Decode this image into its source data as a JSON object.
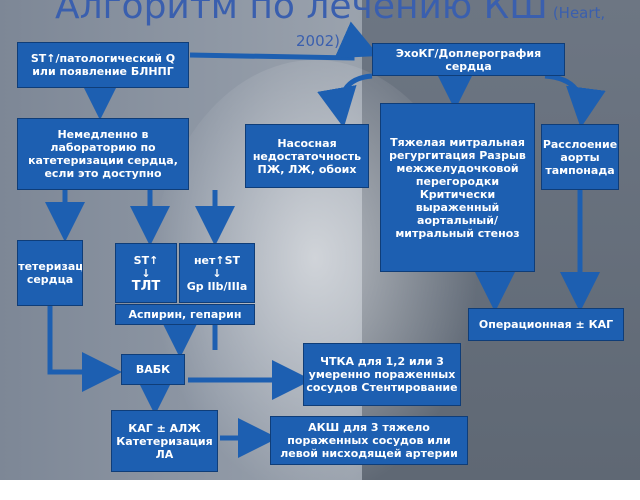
{
  "title": {
    "main": "Алгоритм по лечению КШ",
    "source_part1": "(Heart,",
    "source_part2": "2002)"
  },
  "boxes": {
    "st_q": "ST↑/патологический Q или появление БЛНПГ",
    "echo": "ЭхоКГ/Доплерография сердца",
    "lab": "Немедленно в лабораторию по катетеризации сердца, если это доступно",
    "pump": "Насосная недостаточность ПЖ, ЛЖ, обоих",
    "mitral": "Тяжелая митральная регургитация Разрыв межжелудочковой перегородки Критически выраженный аортальный/ митральный стеноз",
    "aorta": "Расслоение аорты тампонада",
    "cath": "Катетеризация сердца",
    "st_up_arrow": "ST↑",
    "st_up_down": "↓",
    "tlt": "ТЛТ",
    "no_st": "нет↑ST",
    "no_st_down": "↓",
    "gp": "Gp IIb/IIIa",
    "aspirin": "Аспирин, гепарин",
    "surgery": "Операционная ± КАГ",
    "vabk": "ВАБК",
    "ptca": "ЧТКА для 1,2 или 3 умеренно пораженных сосудов Стентирование",
    "kag": "КАГ ± АЛЖ Катетеризация ЛА",
    "akshu": "АКШ для 3 тяжело пораженных сосудов или левой нисходящей артерии"
  },
  "colors": {
    "box": "#1d5fb1",
    "title": "#3a5fae",
    "arrow": "#1d5fb1"
  }
}
